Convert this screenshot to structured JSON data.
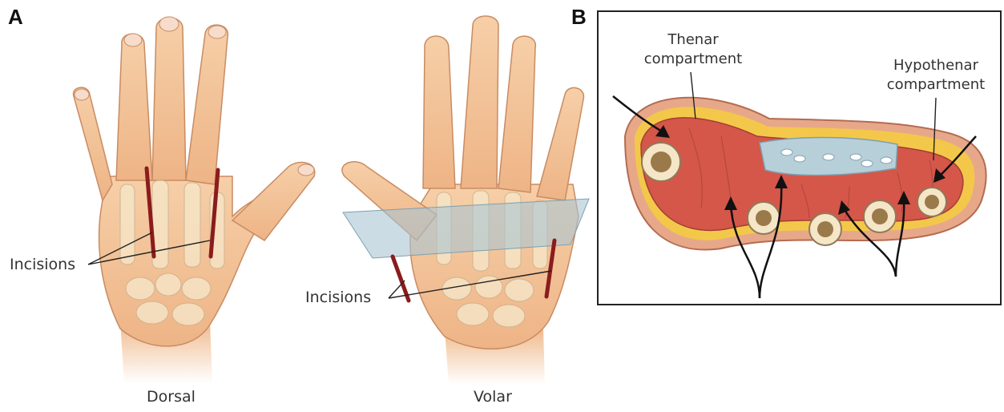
{
  "panels": {
    "a_letter": "A",
    "b_letter": "B"
  },
  "panel_a": {
    "dorsal_caption": "Dorsal",
    "volar_caption": "Volar",
    "incisions_dorsal": "Incisions",
    "incisions_volar": "Incisions"
  },
  "panel_b": {
    "thenar_line1": "Thenar",
    "thenar_line2": "compartment",
    "hypothenar_line1": "Hypothenar",
    "hypothenar_line2": "compartment"
  },
  "colors": {
    "skin": "#f4c49a",
    "skin_shade": "#e9a877",
    "bone": "#f6e6c8",
    "muscle": "#d4574a",
    "fat": "#f3c84a",
    "fascia": "#b7cfd8",
    "incision": "#8b1c1c"
  }
}
